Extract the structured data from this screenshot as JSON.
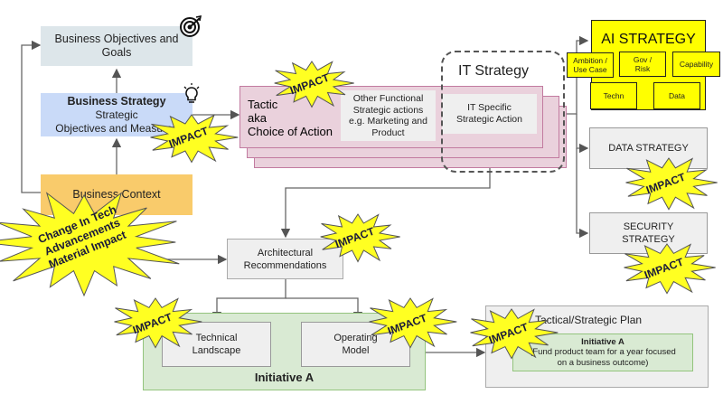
{
  "left": {
    "objectives": [
      "Business Objectives and",
      "Goals"
    ],
    "strategy_title": "Business Strategy",
    "strategy_lines": [
      "Strategic",
      "Objectives and Measures"
    ],
    "context": "Business Context"
  },
  "tactic": {
    "lines": [
      "Tactic",
      "aka",
      "Choice of Action"
    ],
    "other_functional": [
      "Other Functional",
      "Strategic actions",
      "e.g. Marketing and",
      "Product"
    ],
    "it_specific": [
      "IT Specific",
      "Strategic Action"
    ],
    "it_strategy_label": "IT Strategy"
  },
  "ai": {
    "title": "AI STRATEGY",
    "items": [
      "Ambition /\nUse Case",
      "Gov /\nRisk",
      "Capability",
      "Techn",
      "Data"
    ]
  },
  "right": {
    "data_strategy": "DATA STRATEGY",
    "security_strategy": [
      "SECURITY",
      "STRATEGY"
    ]
  },
  "change": [
    "Change In Tech",
    "Advancements",
    "Material Impact"
  ],
  "arch": [
    "Architectural",
    "Recommendations"
  ],
  "initiative": {
    "label": "Initiative A",
    "technical": [
      "Technical",
      "Landscape"
    ],
    "operating": [
      "Operating",
      "Model"
    ]
  },
  "plan": {
    "title": "Tactical/Strategic Plan",
    "initiative_title": "Initiative A",
    "initiative_desc": [
      "(Fund product team for a year focused",
      "on a business outcome)"
    ]
  },
  "impact_label": "IMPACT",
  "colors": {
    "objectives_bg": "#dde6ea",
    "strategy_bg": "#c9daf8",
    "context_bg": "#f9cb6b",
    "tactic_bg": "#ead1dc",
    "tactic_border": "#c27ba0",
    "ai_bg": "#ffff00",
    "initiative_bg": "#d9ead3",
    "grey_bg": "#efefef",
    "burst": "#ffff22"
  }
}
